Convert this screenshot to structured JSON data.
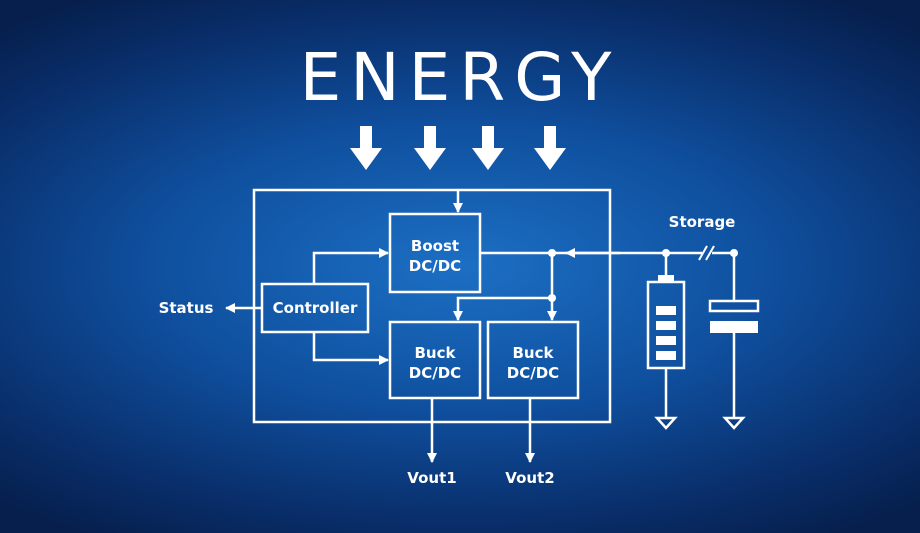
{
  "title": "ENERGY",
  "blocks": {
    "boost": [
      "Boost",
      "DC/DC"
    ],
    "controller": "Controller",
    "buck1": [
      "Buck",
      "DC/DC"
    ],
    "buck2": [
      "Buck",
      "DC/DC"
    ]
  },
  "labels": {
    "status": "Status",
    "storage": "Storage",
    "vout1": "Vout1",
    "vout2": "Vout2"
  },
  "colors": {
    "line": "#ffffff",
    "background": "#0f4f9e"
  }
}
